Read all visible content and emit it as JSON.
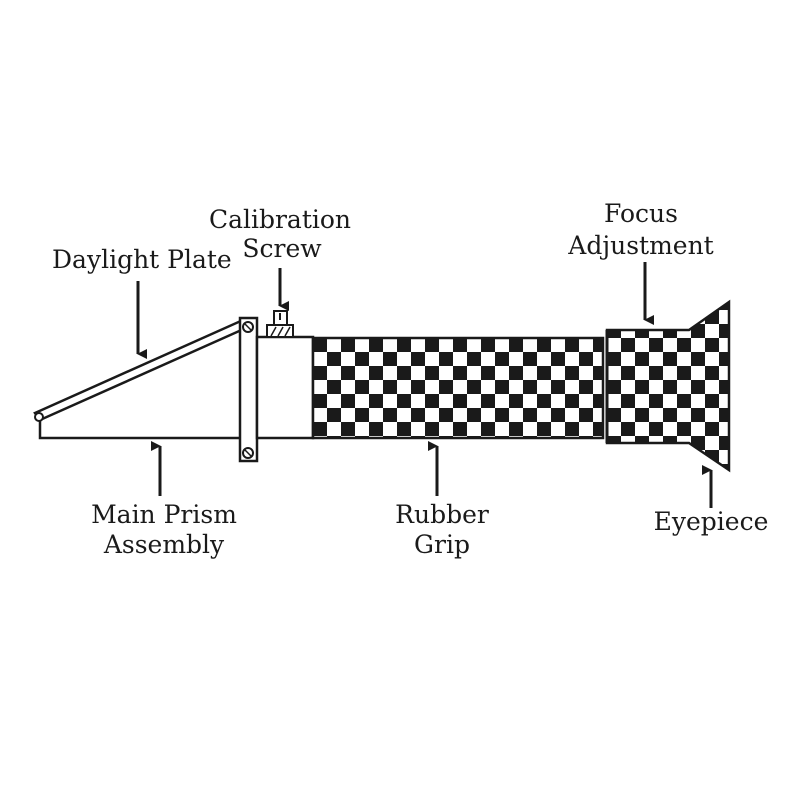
{
  "labels": {
    "daylight_plate": "Daylight Plate",
    "calibration_line1": "Calibration",
    "calibration_line2": "Screw",
    "focus_line1": "Focus",
    "focus_line2": "Adjustment",
    "main_prism_line1": "Main  Prism",
    "main_prism_line2": "Assembly",
    "rubber_line1": "Rubber",
    "rubber_line2": "Grip",
    "eyepiece": "Eyepiece"
  },
  "colors": {
    "ink": "#1a1a1a",
    "paper": "#ffffff"
  }
}
